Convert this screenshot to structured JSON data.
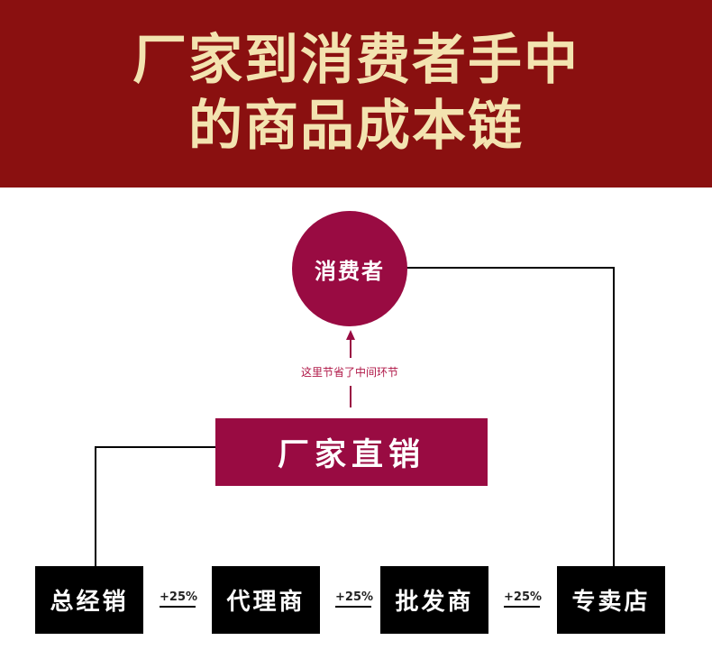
{
  "header": {
    "title_line1": "厂家到消费者手中",
    "title_line2": "的商品成本链"
  },
  "consumer": {
    "label": "消费者"
  },
  "note": "这里节省了中间环节",
  "direct_sales": {
    "label": "厂家直销"
  },
  "chain": [
    {
      "label": "总经销"
    },
    {
      "label": "代理商"
    },
    {
      "label": "批发商"
    },
    {
      "label": "专卖店"
    }
  ],
  "markups": [
    "+25%",
    "+25%",
    "+25%"
  ],
  "colors": {
    "header_bg": "#8a1010",
    "accent": "#990b42",
    "box": "#000000"
  }
}
